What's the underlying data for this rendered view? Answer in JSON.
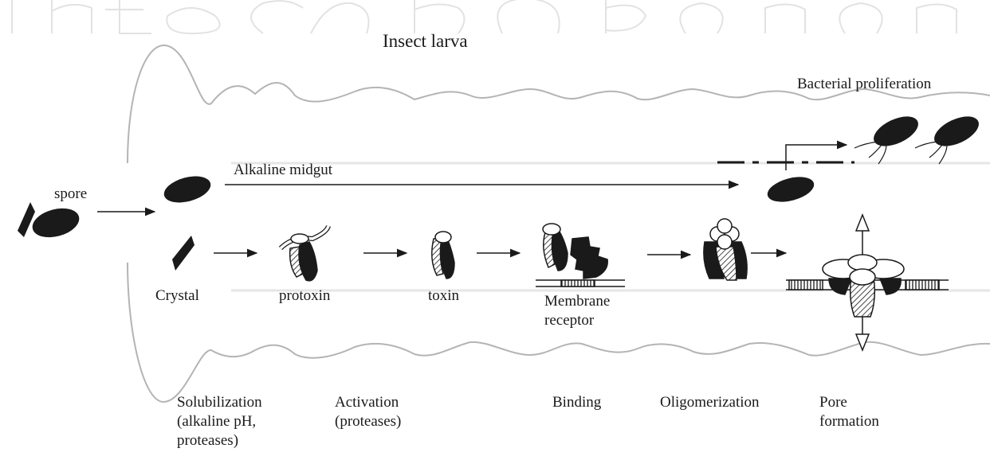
{
  "title": "Insect larva",
  "regions": {
    "midgut": "Alkaline midgut",
    "proliferation": "Bacterial proliferation"
  },
  "entities": {
    "spore": "spore",
    "crystal": "Crystal",
    "protoxin": "protoxin",
    "toxin": "toxin",
    "receptor": [
      "Membrane",
      "receptor"
    ]
  },
  "steps": {
    "solubilization": [
      "Solubilization",
      "(alkaline pH,",
      "proteases)"
    ],
    "activation": [
      "Activation",
      "(proteases)"
    ],
    "binding": "Binding",
    "oligomerization": "Oligomerization",
    "pore_formation": [
      "Pore",
      "formation"
    ]
  },
  "colors": {
    "ink": "#1a1a1a",
    "outline": "#b4b4b4",
    "watermark": "#e2e2e2"
  }
}
